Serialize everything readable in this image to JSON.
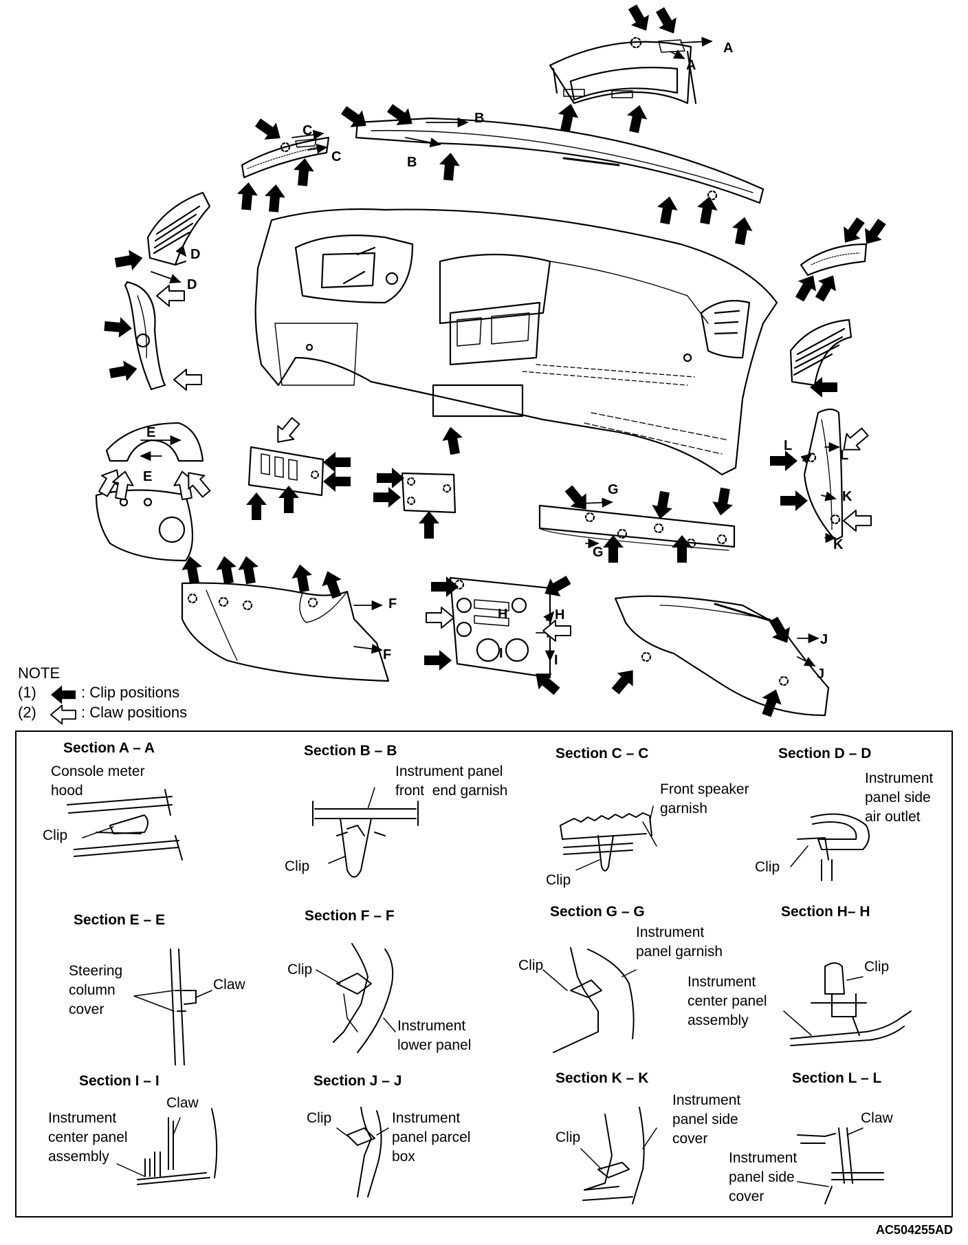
{
  "diagram": {
    "callout_letters": [
      "A",
      "A",
      "B",
      "B",
      "C",
      "C",
      "D",
      "D",
      "E",
      "E",
      "F",
      "F",
      "G",
      "G",
      "H",
      "H",
      "I",
      "I",
      "J",
      "J",
      "K",
      "K",
      "L",
      "L"
    ],
    "legend": {
      "title": "NOTE",
      "items": [
        {
          "index": "(1)",
          "symbol": "filled-arrow",
          "text": ": Clip positions"
        },
        {
          "index": "(2)",
          "symbol": "hollow-arrow",
          "text": ": Claw positions"
        }
      ]
    },
    "sections": [
      {
        "title": "Section A – A",
        "labels": [
          "Console meter\nhood",
          "Clip"
        ]
      },
      {
        "title": "Section B – B",
        "labels": [
          "Instrument panel\nfront  end garnish",
          "Clip"
        ]
      },
      {
        "title": "Section C – C",
        "labels": [
          "Front speaker\ngarnish",
          "Clip"
        ]
      },
      {
        "title": "Section D – D",
        "labels": [
          "Instrument\npanel side\nair outlet",
          "Clip"
        ]
      },
      {
        "title": "Section E – E",
        "labels": [
          "Steering\ncolumn\ncover",
          "Claw"
        ]
      },
      {
        "title": "Section F – F",
        "labels": [
          "Clip",
          "Instrument\nlower panel"
        ]
      },
      {
        "title": "Section G – G",
        "labels": [
          "Clip",
          "Instrument\npanel garnish"
        ]
      },
      {
        "title": "Section H– H",
        "labels": [
          "Clip",
          "Instrument\ncenter panel\nassembly"
        ]
      },
      {
        "title": "Section I – I",
        "labels": [
          "Claw",
          "Instrument\ncenter panel\nassembly"
        ]
      },
      {
        "title": "Section J – J",
        "labels": [
          "Clip",
          "Instrument\npanel parcel\nbox"
        ]
      },
      {
        "title": "Section K – K",
        "labels": [
          "Clip",
          "Instrument\npanel side\ncover"
        ]
      },
      {
        "title": "Section L – L",
        "labels": [
          "Claw",
          "Instrument\npanel side\ncover"
        ]
      }
    ],
    "figure_code": "AC504255AD",
    "colors": {
      "ink": "#000000",
      "paper": "#ffffff"
    }
  }
}
